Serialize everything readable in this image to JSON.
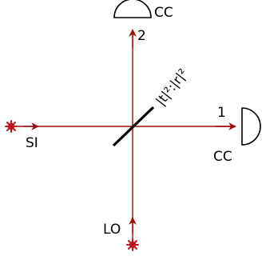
{
  "labels": {
    "detector_top": "CC",
    "detector_right": "CC",
    "port_1": "1",
    "port_2": "2",
    "signal_input": "SI",
    "local_oscillator": "LO",
    "beam_splitter_ratio": "|t|²:|r|²"
  },
  "colors": {
    "beam": "#9b0d0d",
    "source": "#c0171b",
    "beamsplitter": "#000000",
    "detector_outline": "#000000",
    "text": "#000000"
  },
  "icons": {
    "detector": "coincidence-counter-icon",
    "source": "photon-source-icon"
  }
}
